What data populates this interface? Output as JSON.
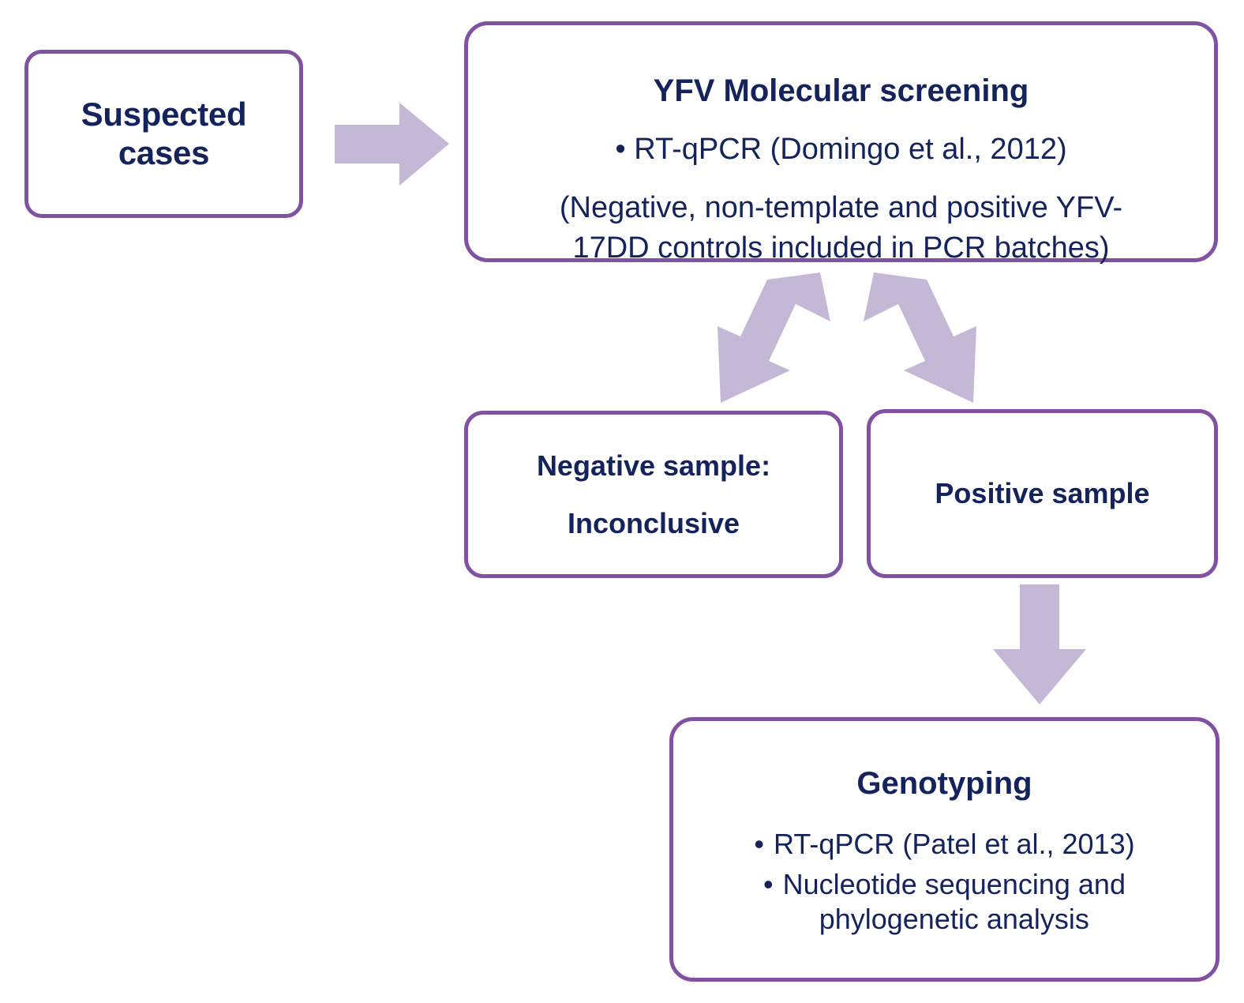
{
  "diagram": {
    "title": "YFV molecular diagnostic workflow",
    "colors": {
      "box_border": "#8152A1",
      "box_fill": "#FFFFFF",
      "text": "#14235B",
      "arrow_fill": "#C5B7D6",
      "background": "#FFFFFF"
    }
  },
  "nodes": {
    "suspected": {
      "id": "suspected-cases",
      "line1": "Suspected",
      "line2": "cases"
    },
    "screening": {
      "id": "yfv-molecular-screening",
      "title": "YFV Molecular screening",
      "bullet1": "• RT-qPCR (Domingo et al., 2012)",
      "paren_line1": "(Negative, non-template and positive YFV-",
      "paren_line2": "17DD controls included in PCR batches)"
    },
    "negative": {
      "id": "negative-sample",
      "line1": "Negative sample:",
      "line2": "Inconclusive"
    },
    "positive": {
      "id": "positive-sample",
      "label": "Positive sample"
    },
    "genotyping": {
      "id": "genotyping",
      "title": "Genotyping",
      "bullet_dot": "•",
      "bullet1": "RT-qPCR (Patel et al., 2013)",
      "bullet2_line1": "Nucleotide sequencing and",
      "bullet2_line2": "phylogenetic analysis"
    }
  },
  "arrows": [
    {
      "id": "suspected-to-screening",
      "direction": "right",
      "from": "suspected",
      "to": "screening"
    },
    {
      "id": "screening-to-negative",
      "direction": "down-left",
      "from": "screening",
      "to": "negative"
    },
    {
      "id": "screening-to-positive",
      "direction": "down-right",
      "from": "screening",
      "to": "positive"
    },
    {
      "id": "positive-to-genotyping",
      "direction": "down",
      "from": "positive",
      "to": "genotyping"
    }
  ]
}
